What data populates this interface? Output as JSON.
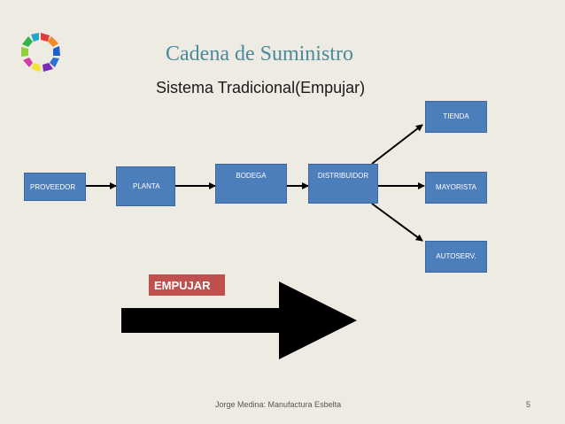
{
  "slide": {
    "title": "Cadena de Suministro",
    "subtitle": "Sistema Tradicional(Empujar)",
    "footer": "Jorge Medina: Manufactura Esbelta",
    "page_number": "5"
  },
  "diagram": {
    "nodes": {
      "proveedor": "PROVEEDOR",
      "planta": "PLANTA",
      "bodega": "BODEGA",
      "distribuidor": "DISTRIBUIDOR",
      "tienda": "TIENDA",
      "mayorista": "MAYORISTA",
      "autoserv": "AUTOSERV."
    },
    "push_label": "EMPUJAR"
  },
  "colors": {
    "box_fill": "#4d7ebc",
    "title": "#4a8a9a",
    "push_label": "#c0504d",
    "background": "#eeebe3"
  },
  "icons": {
    "logo": "cycle-arrows-icon"
  }
}
